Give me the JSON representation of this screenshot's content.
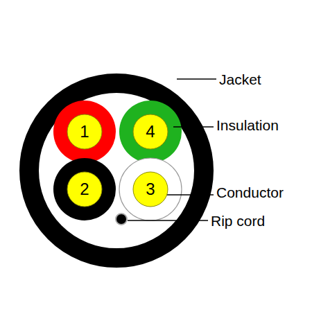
{
  "diagram": {
    "nodes": [
      {
        "text": [
          "1"
        ]
      },
      {
        "text": [
          "4"
        ]
      },
      {
        "text": [
          "2"
        ]
      },
      {
        "text": [
          "3"
        ]
      }
    ],
    "labels": [
      "Jacket",
      "Insulation",
      "Conductor",
      "Rip cord"
    ]
  }
}
